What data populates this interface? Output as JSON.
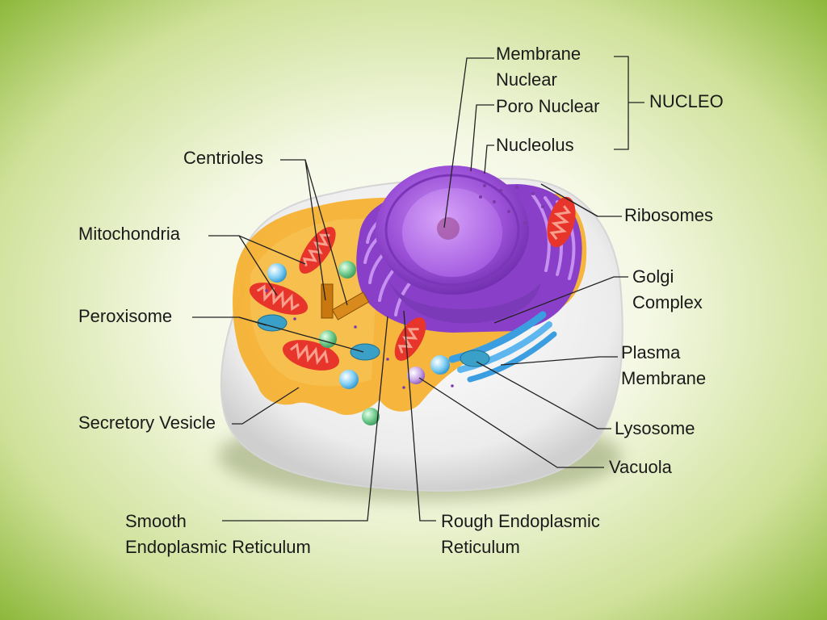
{
  "labels": {
    "membrane_nuclear": [
      "Membrane",
      "Nuclear"
    ],
    "poro_nuclear": "Poro Nuclear",
    "nucleolus": "Nucleolus",
    "nucleo": "NUCLEO",
    "centrioles": "Centrioles",
    "mitochondria": "Mitochondria",
    "ribosomes": "Ribosomes",
    "golgi": [
      "Golgi",
      "Complex"
    ],
    "peroxisome": "Peroxisome",
    "plasma_membrane": [
      "Plasma",
      "Membrane"
    ],
    "lysosome": "Lysosome",
    "secretory_vesicle": "Secretory Vesicle",
    "vacuola": "Vacuola",
    "smooth_er": [
      "Smooth",
      "Endoplasmic Reticulum"
    ],
    "rough_er": [
      "Rough Endoplasmic",
      "Reticulum"
    ]
  },
  "colors": {
    "cytoplasm": "#f5b233",
    "nucleus": "#9a4fd6",
    "nucleolus": "#b06ee6",
    "mitochondria": "#e8352b",
    "cell_membrane": "#f0f0f0",
    "vesicle": "#4fb6e8",
    "peroxisome": "#6cc98a",
    "centriole": "#c8780f",
    "leader_line": "#222222"
  }
}
